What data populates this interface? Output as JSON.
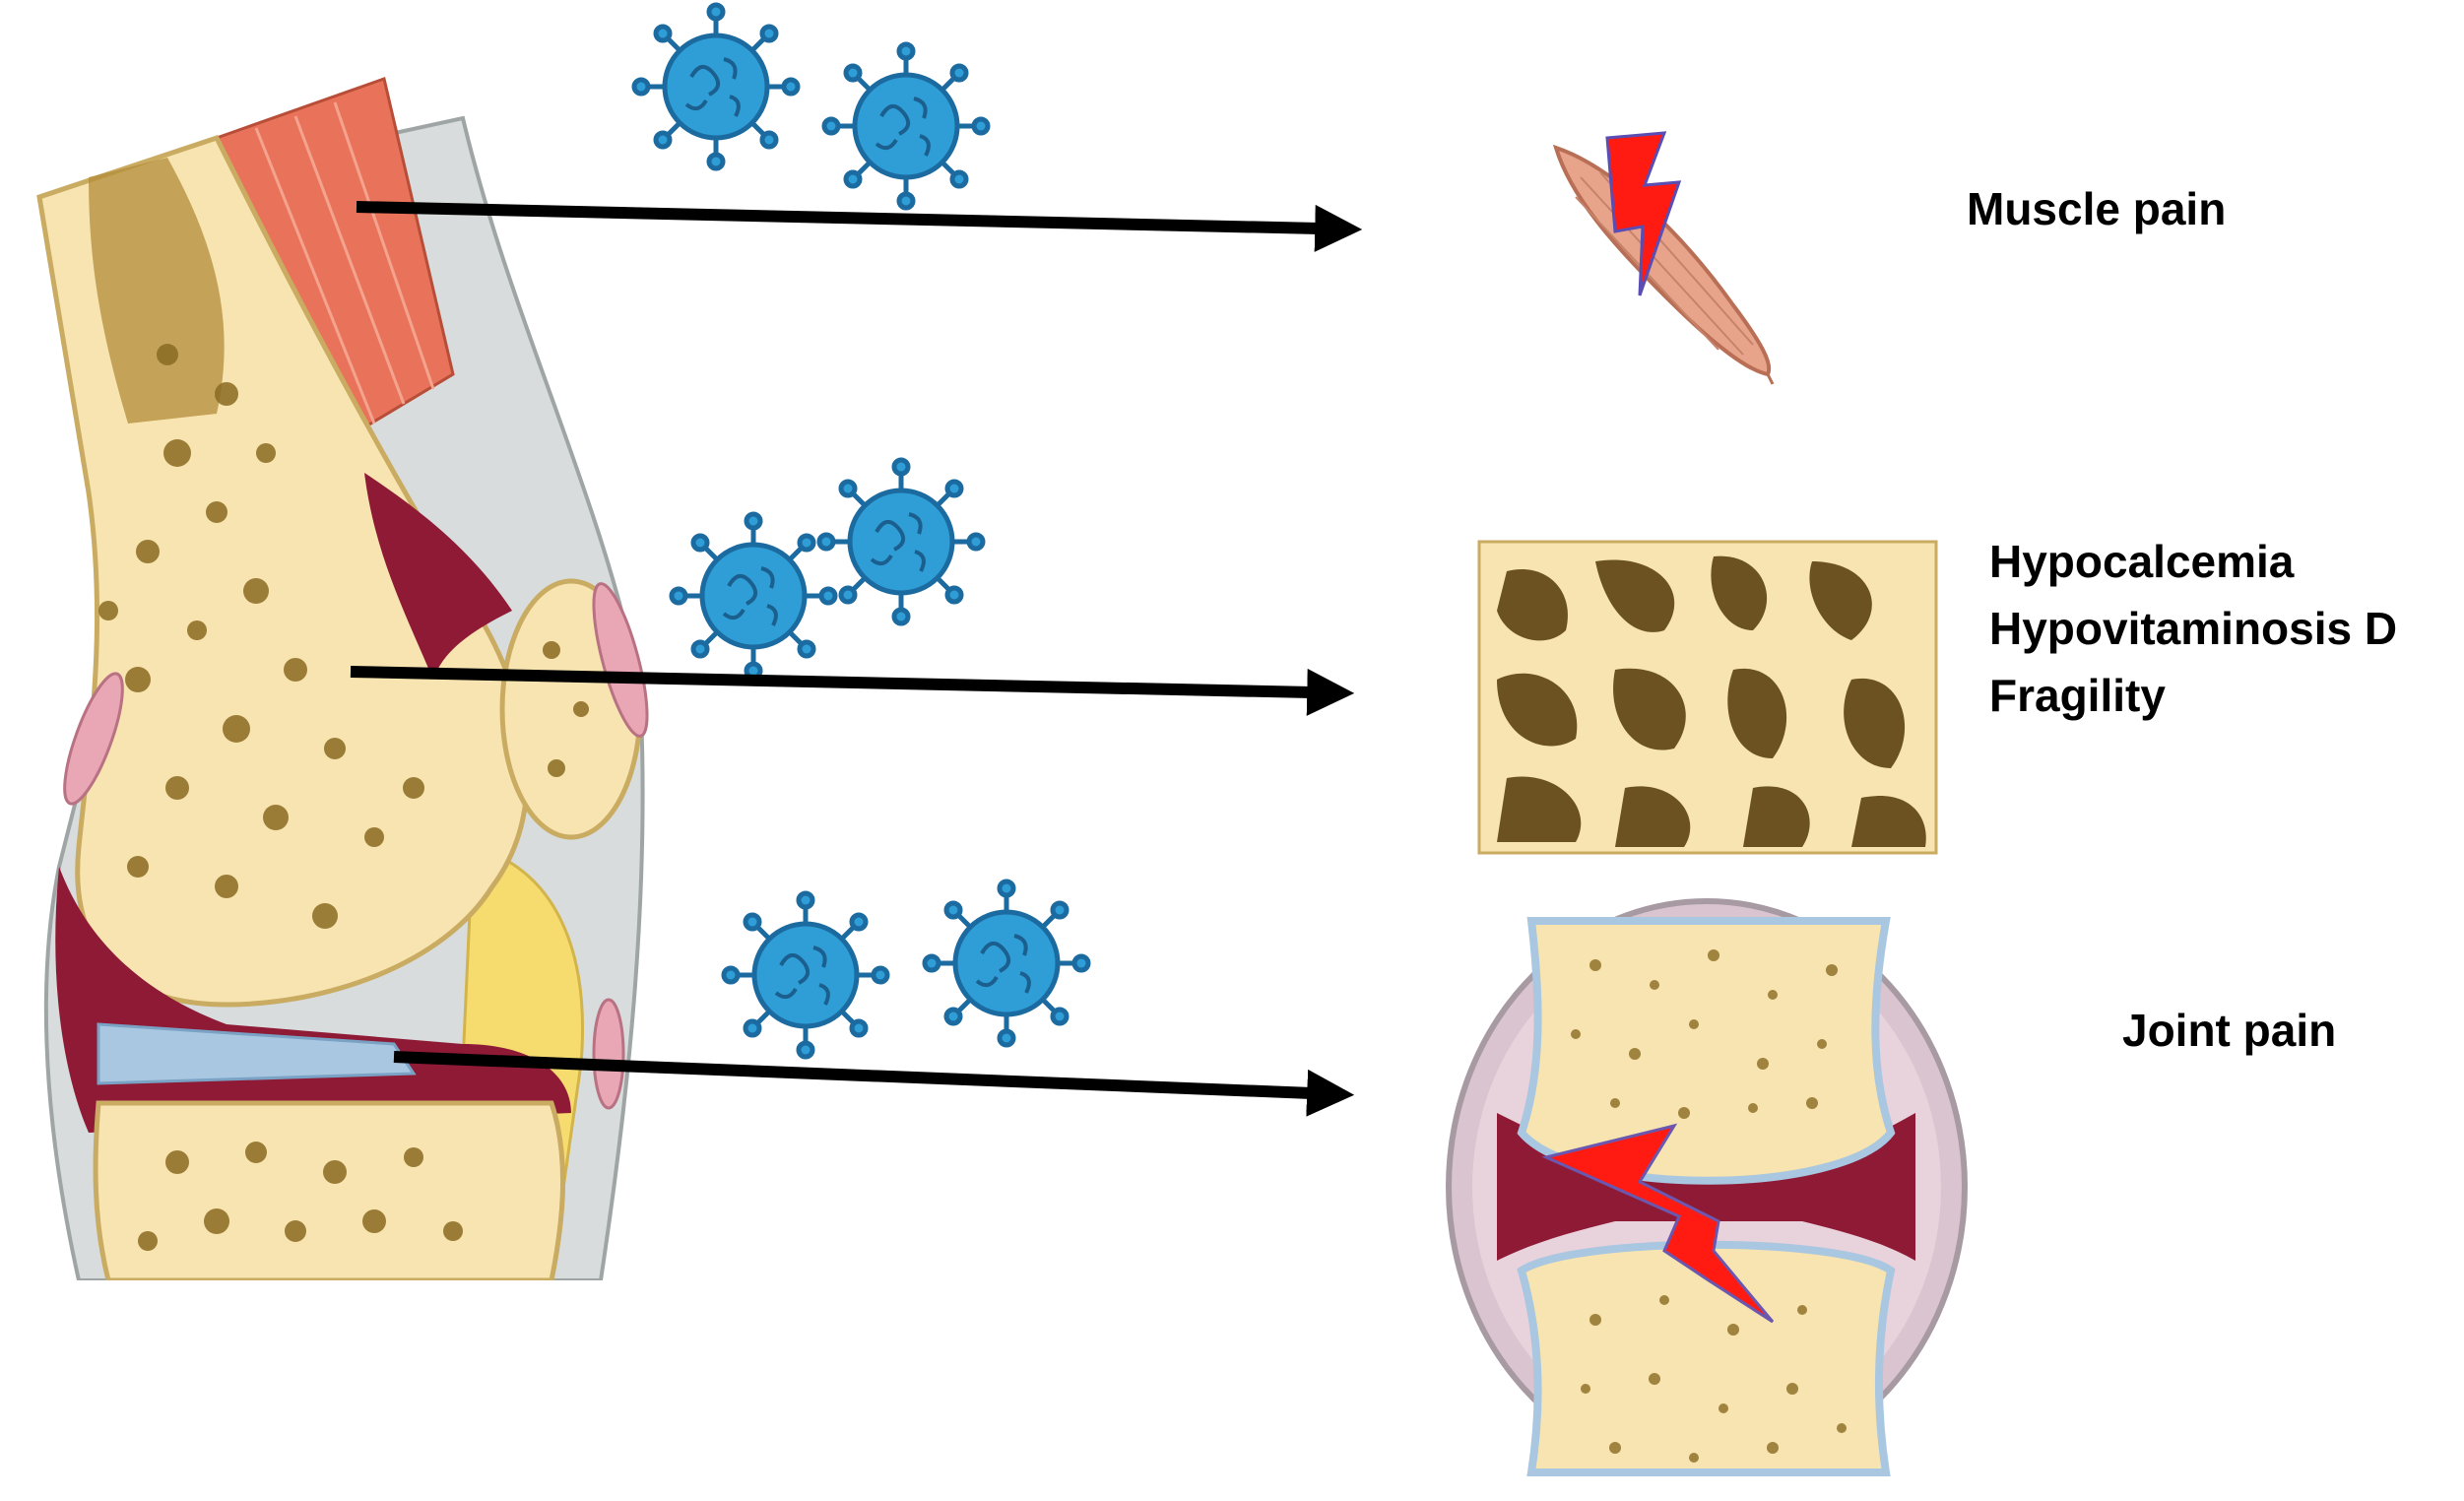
{
  "labels": {
    "muscle": "Muscle pain",
    "bone": [
      "Hypocalcemia",
      "Hypovitaminosis D",
      "Fragility"
    ],
    "joint": "Joint pain"
  },
  "colors": {
    "bone": "#f7e4b0",
    "bone_outline": "#c9ab62",
    "bone_pore": "#8a6b22",
    "muscle": "#e8735a",
    "cartilage": "#a9c7e0",
    "synovium": "#8e1a35",
    "fat": "#f6db6e",
    "ligament": "#d8dcdc",
    "bursa": "#e9a6b4",
    "virus": "#2f9ed6",
    "virus_outline": "#1b6aa0",
    "lightning": "#ff1a12",
    "arrow": "#000000"
  },
  "icons": {
    "virus": "virus-icon",
    "lightning": "lightning-bolt-icon",
    "muscle": "muscle-icon",
    "trabecular_bone": "trabecular-bone-icon",
    "joint": "joint-cross-section-icon"
  }
}
